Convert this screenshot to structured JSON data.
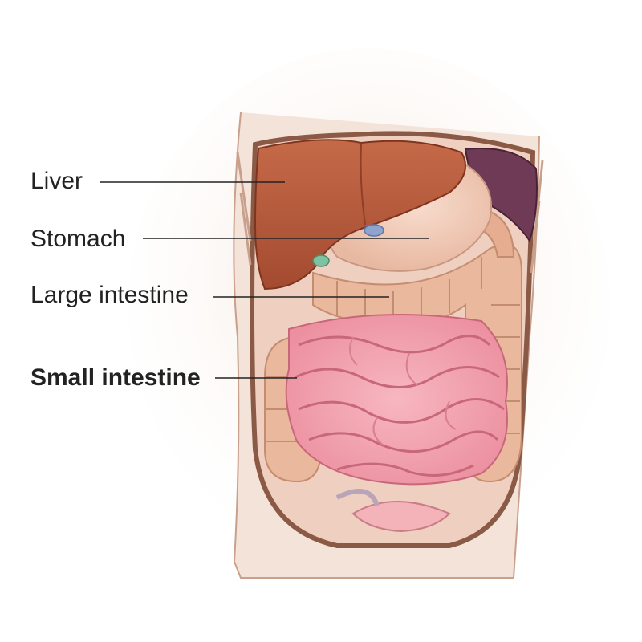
{
  "labels": {
    "liver": "Liver",
    "stomach": "Stomach",
    "large_intestine": "Large intestine",
    "small_intestine": "Small intestine"
  },
  "colors": {
    "liver": "#b5583a",
    "stomach": "#f0c8b4",
    "large_intestine": "#eab99d",
    "small_intestine": "#f29fae",
    "spleen": "#6e3a55",
    "body_outline": "#8a5a46",
    "leader_line": "#222222"
  }
}
